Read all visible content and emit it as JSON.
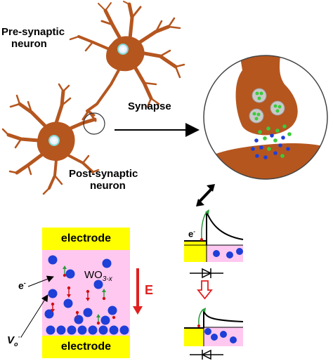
{
  "labels": {
    "pre_line1": "Pre-synaptic",
    "pre_line2": "neuron",
    "post_line1": "Post-synaptic",
    "post_line2": "neuron",
    "synapse": "Synapse",
    "electrode_top": "electrode",
    "electrode_bottom": "electrode",
    "material_base": "WO",
    "material_sub": "3-x",
    "electron": "e",
    "electron_sup": "-",
    "band_electron": "e",
    "band_electron_sup": "-",
    "vacancy": "V",
    "vacancy_sub": "o",
    "vacancy_sup": "··",
    "field": "E"
  },
  "colors": {
    "neuron": "#b5561f",
    "neuron_dark": "#8f3f12",
    "nucleus": "#7fd8d0",
    "electrode": "#ffff00",
    "oxide": "#ffc8f0",
    "ion": "#1e3fd8",
    "electron_red": "#d01010",
    "arrow_green": "#2a9a3a",
    "field_arrow": "#e02020",
    "vesicle_green": "#3bcc3b"
  }
}
